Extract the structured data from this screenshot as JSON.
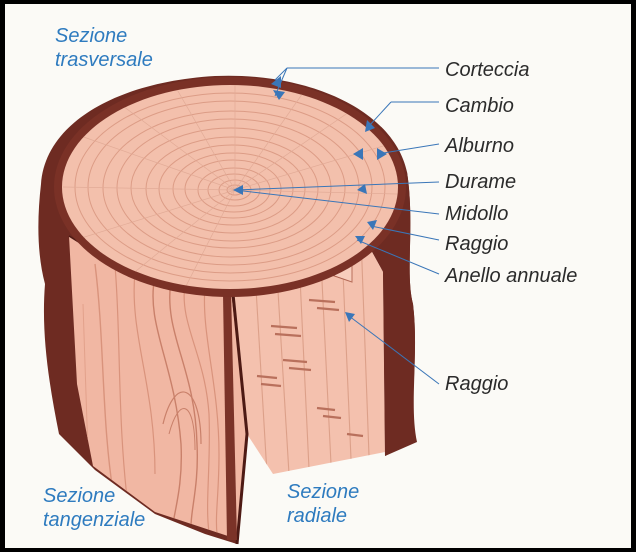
{
  "colors": {
    "bark": "#6e2b22",
    "bark_dark": "#4d1a14",
    "wood": "#f1b7a3",
    "wood_light": "#f7cdbd",
    "wood_dark": "#d9937c",
    "pointer": "#3a76b8",
    "section_label": "#2e7bbf",
    "part_label": "#2b2b2b"
  },
  "sections": {
    "transverse": [
      "Sezione",
      "trasversale"
    ],
    "tangential": [
      "Sezione",
      "tangenziale"
    ],
    "radial": [
      "Sezione",
      "radiale"
    ]
  },
  "parts": {
    "bark": "Corteccia",
    "cambium": "Cambio",
    "sapwood": "Alburno",
    "heartwood": "Durame",
    "pith": "Midollo",
    "ray": "Raggio",
    "annual_ring": "Anello annuale",
    "ray_radial": "Raggio"
  }
}
